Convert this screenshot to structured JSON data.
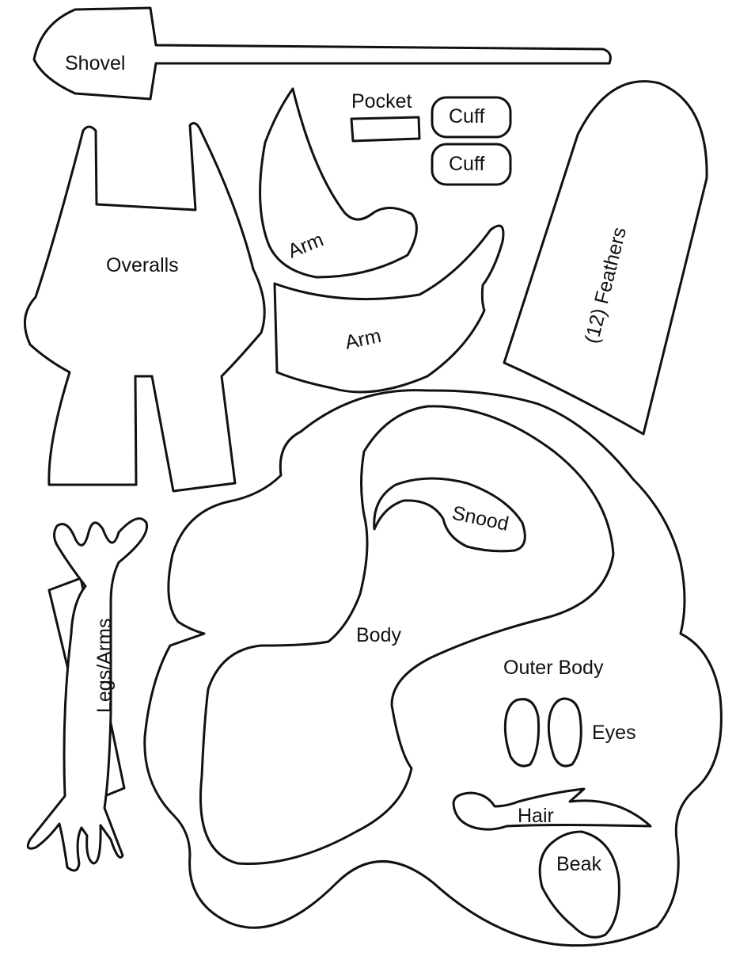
{
  "pattern": {
    "pieces": {
      "shovel": "Shovel",
      "pocket": "Pocket",
      "cuff_1": "Cuff",
      "cuff_2": "Cuff",
      "overalls": "Overalls",
      "arm_1": "Arm",
      "arm_2": "Arm",
      "feathers": "(12) Feathers",
      "snood": "Snood",
      "body": "Body",
      "outer_body": "Outer Body",
      "eyes": "Eyes",
      "hair": "Hair",
      "beak": "Beak",
      "legs_arms": "Legs/Arms"
    },
    "colors": {
      "outline": "#111111",
      "background": "#ffffff"
    }
  }
}
